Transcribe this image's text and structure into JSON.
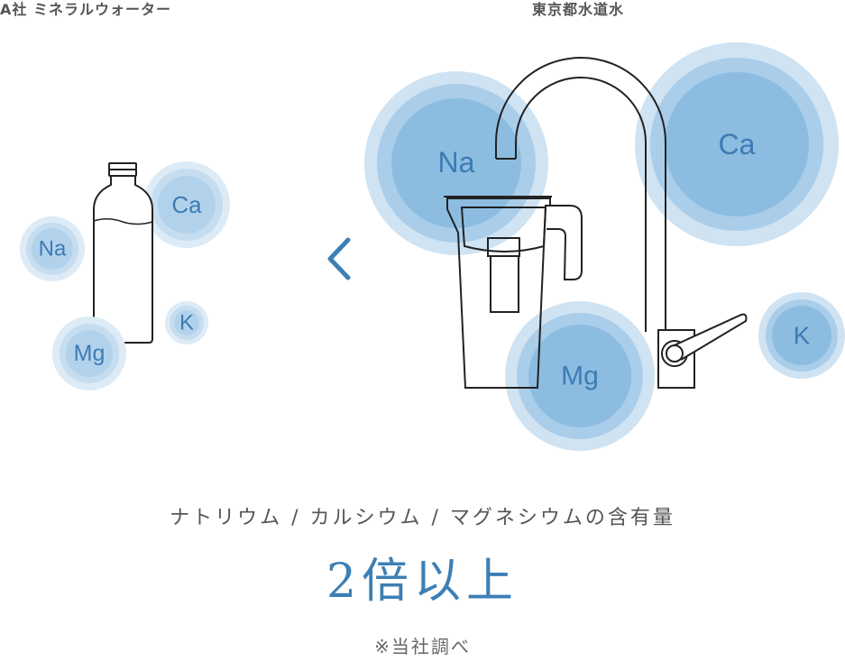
{
  "left_title": "A社 ミネラルウォーター",
  "right_title": "東京都水道水",
  "comparison_icon": "chevron-left-icon",
  "left_elements": {
    "na": "Na",
    "ca": "Ca",
    "mg": "Mg",
    "k": "K"
  },
  "right_elements": {
    "na": "Na",
    "ca": "Ca",
    "mg": "Mg",
    "k": "K"
  },
  "caption": "ナトリウム / カルシウム / マグネシウムの含有量",
  "headline": "2倍以上",
  "footnote": "※当社調べ",
  "colors": {
    "accent": "#3c7fb5",
    "circle_light": "#c9e0f1",
    "circle_dark": "#8bbde0",
    "line": "#222222"
  }
}
